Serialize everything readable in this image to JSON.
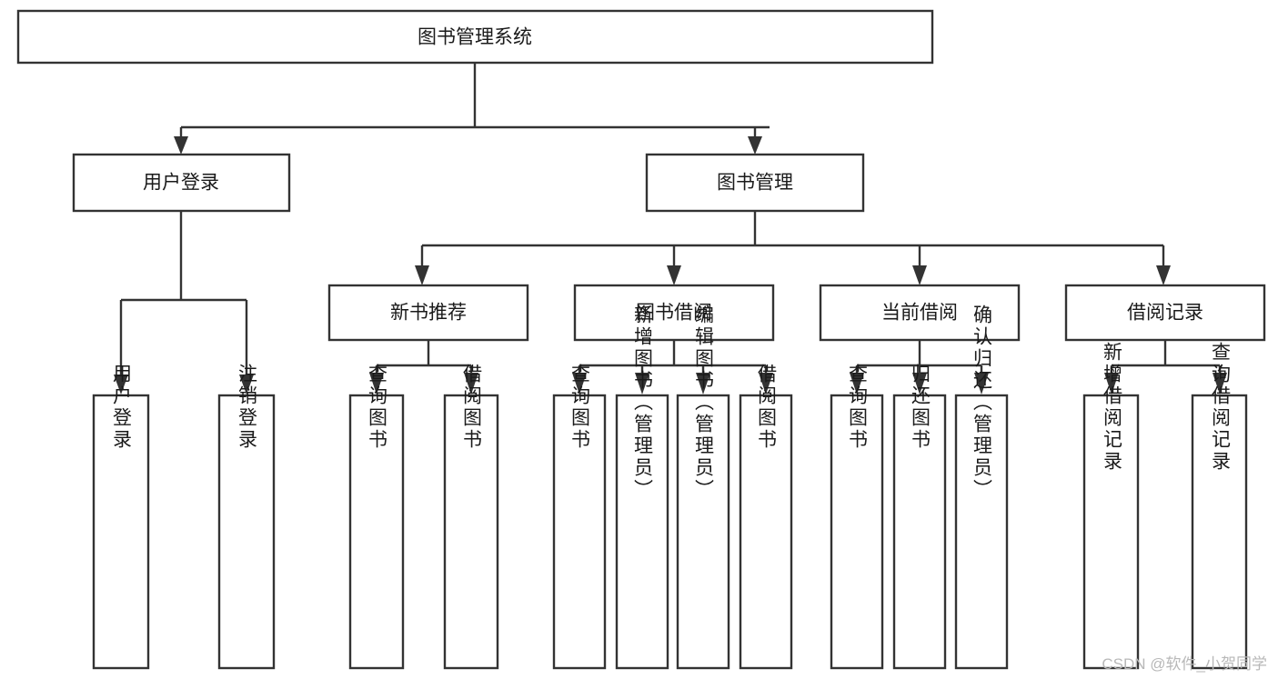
{
  "diagram": {
    "type": "tree-hierarchy-flowchart",
    "title": "图书管理系统",
    "orientation": "top-down",
    "box_fill": "#ffffff",
    "box_stroke": "#333333",
    "text_color": "#1a1a1a",
    "levels": [
      {
        "level": 1,
        "nodes": [
          {
            "id": "root",
            "label": "图书管理系统",
            "orientation": "horizontal"
          }
        ]
      },
      {
        "level": 2,
        "nodes": [
          {
            "id": "login",
            "label": "用户登录",
            "orientation": "horizontal",
            "parent": "root"
          },
          {
            "id": "bookmgmt",
            "label": "图书管理",
            "orientation": "horizontal",
            "parent": "root"
          }
        ]
      },
      {
        "level": 3,
        "nodes": [
          {
            "id": "newbook",
            "label": "新书推荐",
            "orientation": "horizontal",
            "parent": "bookmgmt"
          },
          {
            "id": "borrow",
            "label": "图书借阅",
            "orientation": "horizontal",
            "parent": "bookmgmt"
          },
          {
            "id": "current",
            "label": "当前借阅",
            "orientation": "horizontal",
            "parent": "bookmgmt"
          },
          {
            "id": "records",
            "label": "借阅记录",
            "orientation": "horizontal",
            "parent": "bookmgmt"
          }
        ]
      },
      {
        "level": 4,
        "nodes": [
          {
            "id": "leaf-login-1",
            "label": "用户登录",
            "orientation": "vertical",
            "parent": "login"
          },
          {
            "id": "leaf-login-2",
            "label": "注销登录",
            "orientation": "vertical",
            "parent": "login"
          },
          {
            "id": "leaf-newbook-1",
            "label": "查询图书",
            "orientation": "vertical",
            "parent": "newbook"
          },
          {
            "id": "leaf-newbook-2",
            "label": "借阅图书",
            "orientation": "vertical",
            "parent": "newbook"
          },
          {
            "id": "leaf-borrow-1",
            "label": "查询图书",
            "orientation": "vertical",
            "parent": "borrow"
          },
          {
            "id": "leaf-borrow-2",
            "label": "新增图书（管理员）",
            "orientation": "vertical",
            "parent": "borrow"
          },
          {
            "id": "leaf-borrow-3",
            "label": "编辑图书（管理员）",
            "orientation": "vertical",
            "parent": "borrow"
          },
          {
            "id": "leaf-borrow-4",
            "label": "借阅图书",
            "orientation": "vertical",
            "parent": "borrow"
          },
          {
            "id": "leaf-current-1",
            "label": "查询图书",
            "orientation": "vertical",
            "parent": "current"
          },
          {
            "id": "leaf-current-2",
            "label": "归还图书",
            "orientation": "vertical",
            "parent": "current"
          },
          {
            "id": "leaf-current-3",
            "label": "确认归还（管理员）",
            "orientation": "vertical",
            "parent": "current"
          },
          {
            "id": "leaf-records-1",
            "label": "新增借阅记录",
            "orientation": "vertical",
            "parent": "records"
          },
          {
            "id": "leaf-records-2",
            "label": "查询借阅记录",
            "orientation": "vertical",
            "parent": "records"
          }
        ]
      }
    ]
  },
  "watermark": {
    "text": "CSDN @软件_小贺同学"
  }
}
